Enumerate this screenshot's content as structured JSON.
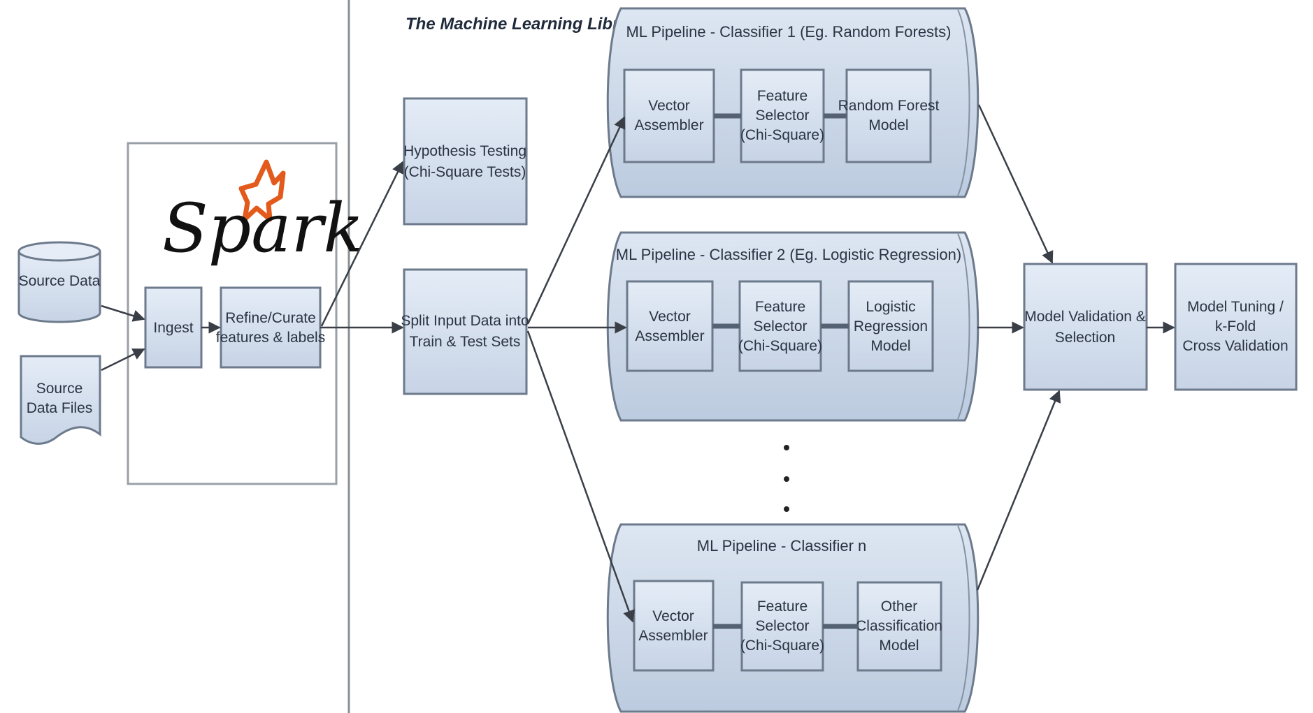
{
  "library_title": "The Machine Learning Library",
  "spark_logo_text": "Spark",
  "sources": {
    "source_data": [
      "Source Data"
    ],
    "source_data_files": [
      "Source",
      "Data Files"
    ]
  },
  "steps": {
    "ingest": [
      "Ingest"
    ],
    "refine": [
      "Refine/Curate",
      "features & labels"
    ],
    "hypothesis": [
      "Hypothesis Testing",
      "(Chi-Square Tests)"
    ],
    "split": [
      "Split Input Data into",
      "Train & Test Sets"
    ],
    "validation": [
      "Model Validation &",
      "Selection"
    ],
    "tuning": [
      "Model Tuning /",
      "k-Fold",
      "Cross Validation"
    ]
  },
  "pipelines": [
    {
      "title": "ML Pipeline - Classifier 1 (Eg. Random Forests)",
      "stages": [
        [
          "Vector",
          "Assembler"
        ],
        [
          "Feature",
          "Selector",
          "(Chi-Square)"
        ],
        [
          "Random Forest",
          "Model"
        ]
      ]
    },
    {
      "title": "ML Pipeline - Classifier 2 (Eg. Logistic Regression)",
      "stages": [
        [
          "Vector",
          "Assembler"
        ],
        [
          "Feature",
          "Selector",
          "(Chi-Square)"
        ],
        [
          "Logistic",
          "Regression",
          "Model"
        ]
      ]
    },
    {
      "title": "ML Pipeline - Classifier n",
      "stages": [
        [
          "Vector",
          "Assembler"
        ],
        [
          "Feature",
          "Selector",
          "(Chi-Square)"
        ],
        [
          "Other",
          "Classification",
          "Model"
        ]
      ]
    }
  ],
  "colors": {
    "box_fill": "#d3deed",
    "box_stroke": "#6c7a8c",
    "pipeline_fill": "#c9d6e8",
    "arrow": "#3a3f47",
    "spark_star": "#e25a1c"
  }
}
